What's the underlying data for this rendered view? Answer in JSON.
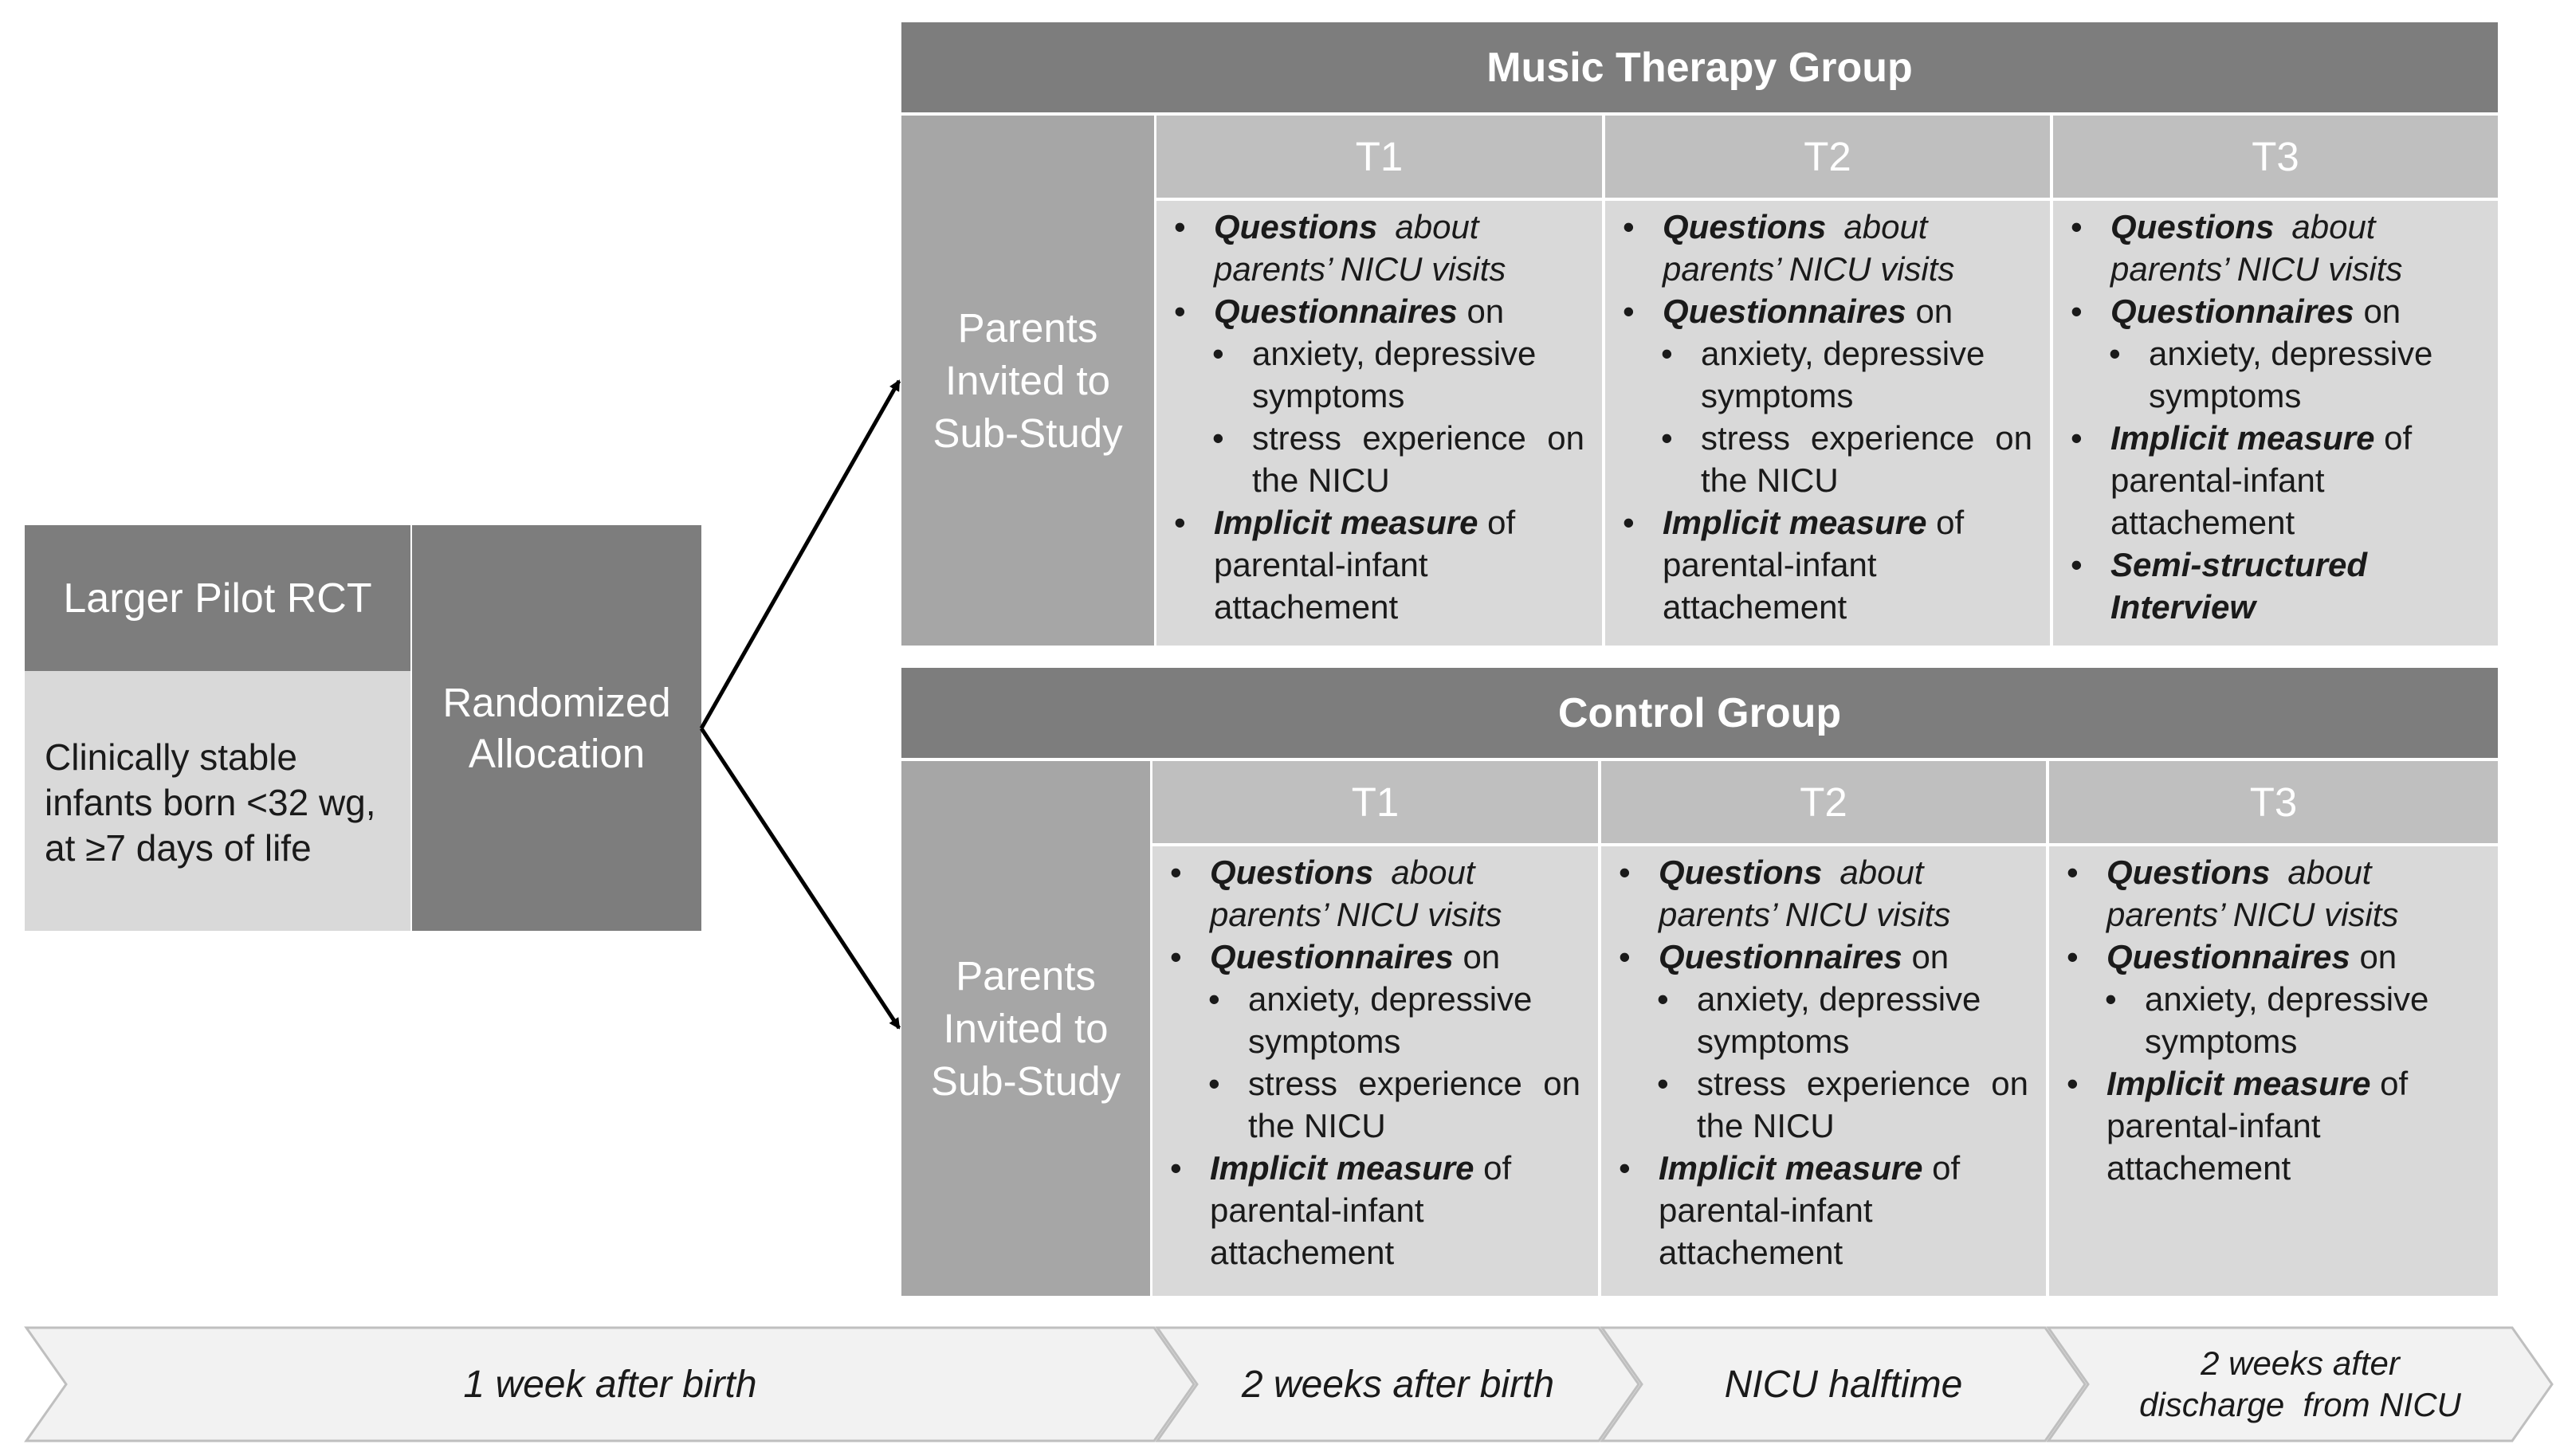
{
  "pilot": {
    "title": "Larger Pilot RCT",
    "desc_lines": [
      "Clinically stable",
      "infants born <32 wg,",
      "at ≥7 days of life"
    ]
  },
  "randomized": {
    "lines": [
      "Randomized",
      "Allocation"
    ]
  },
  "groups": [
    {
      "title": "Music Therapy Group",
      "side": [
        "Parents",
        "Invited to",
        "Sub-Study"
      ],
      "columns": [
        {
          "label": "T1"
        },
        {
          "label": "T2"
        },
        {
          "label": "T3"
        }
      ]
    },
    {
      "title": "Control Group",
      "side": [
        "Parents",
        "Invited to",
        "Sub-Study"
      ],
      "columns": [
        {
          "label": "T1"
        },
        {
          "label": "T2"
        },
        {
          "label": "T3"
        }
      ]
    }
  ],
  "items": {
    "questions_key": "Questions",
    "questions_rest1": "about",
    "questions_line2": "parents’ NICU visits",
    "questionnaires_key": "Questionnaires",
    "questionnaires_rest": "on",
    "anxiety_line1": "anxiety, depressive",
    "anxiety_line2": "symptoms",
    "stress_w1": "stress",
    "stress_w2": "experience",
    "stress_w3": "on",
    "stress_line2": "the NICU",
    "implicit_key": "Implicit measure",
    "implicit_rest": "of",
    "implicit_line2": "parental-infant",
    "implicit_line3": "attachement",
    "semi_line1": "Semi-structured",
    "semi_line2": "Interview"
  },
  "timeline": {
    "stage1": "1 week after birth",
    "stage2": "2 weeks after birth",
    "stage3": "NICU halftime",
    "stage4_lines": [
      "2 weeks after",
      "discharge  from NICU"
    ]
  }
}
